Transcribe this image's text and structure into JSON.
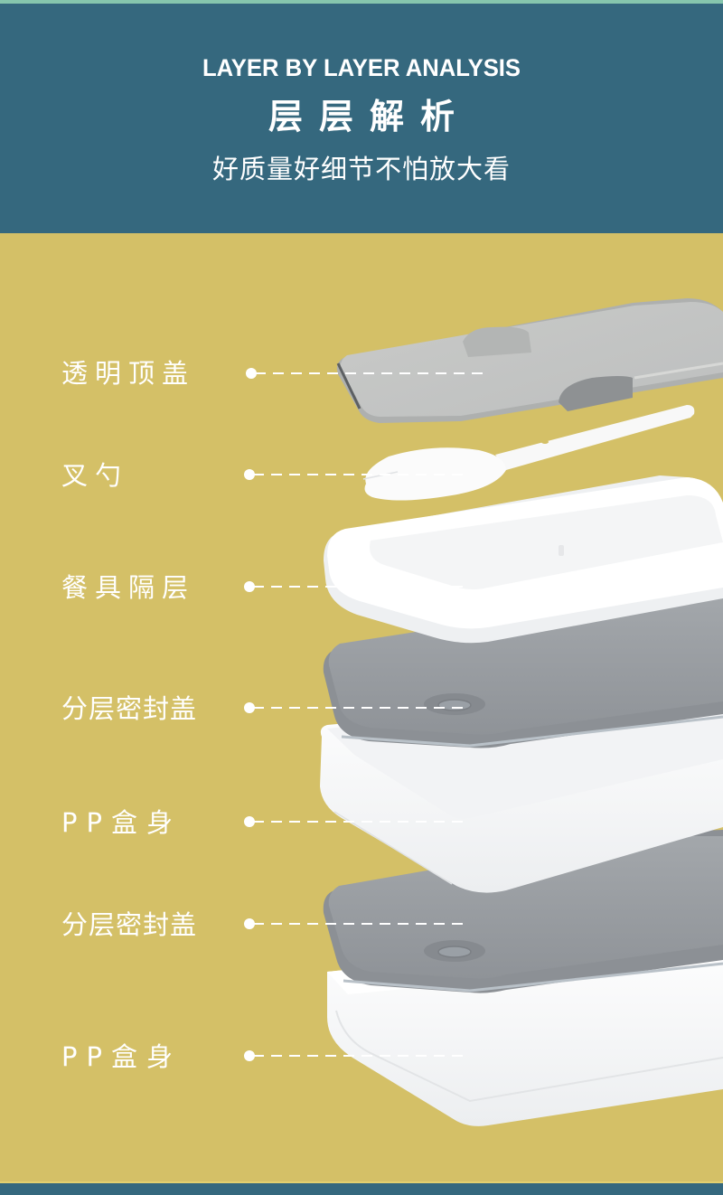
{
  "header": {
    "title_en": "LAYER BY LAYER ANALYSIS",
    "title_zh": "层层解析",
    "subtitle": "好质量好细节不怕放大看"
  },
  "colors": {
    "header_bg": "#35687e",
    "body_bg": "#d4c067",
    "top_strip": "#86c6ad",
    "text": "#ffffff",
    "lid_gray": "#9a9ea3",
    "part_white": "#f7f7f8"
  },
  "layers": [
    {
      "label": "透明顶盖",
      "part": "transparent-top-lid"
    },
    {
      "label": "叉勺",
      "part": "spork"
    },
    {
      "label": "餐具隔层",
      "part": "utensil-tray"
    },
    {
      "label": "分层密封盖",
      "part": "sealing-lid"
    },
    {
      "label": "PP盒身",
      "part": "pp-container"
    },
    {
      "label": "分层密封盖",
      "part": "sealing-lid"
    },
    {
      "label": "PP盒身",
      "part": "pp-container"
    }
  ]
}
